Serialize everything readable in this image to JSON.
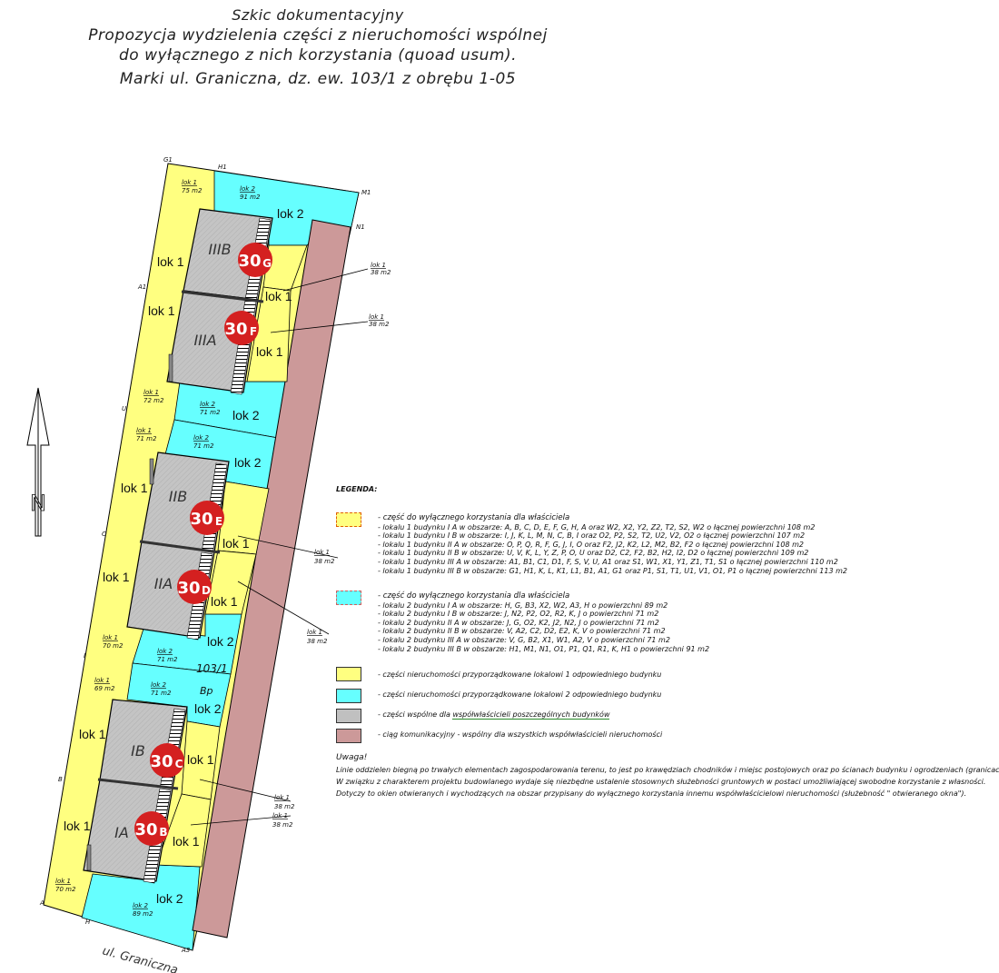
{
  "title": {
    "line1": "Szkic dokumentacyjny",
    "line2": "Propozycja wydzielenia części z nieruchomości wspólnej",
    "line3": "do wyłącznego z nich korzystania (quoad usum).",
    "line4": "Marki ul. Graniczna, dz. ew. 103/1 z obrębu 1-05"
  },
  "colors": {
    "lok1_yellow": "#ffff80",
    "lok2_cyan": "#66ffff",
    "building_gray": "#c0c0c0",
    "path_rose": "#cc9999",
    "badge_red": "#d42020"
  },
  "plan": {
    "street": "ul. Graniczna",
    "parcel": "103/1",
    "parcel_sub": "Bp",
    "north_letter": "N",
    "buildings": [
      {
        "label": "IIIB",
        "badge_num": "30",
        "badge_letter": "G"
      },
      {
        "label": "IIIA",
        "badge_num": "30",
        "badge_letter": "F"
      },
      {
        "label": "IIB",
        "badge_num": "30",
        "badge_letter": "E"
      },
      {
        "label": "IIA",
        "badge_num": "30",
        "badge_letter": "D"
      },
      {
        "label": "IB",
        "badge_num": "30",
        "badge_letter": "C"
      },
      {
        "label": "IA",
        "badge_num": "30",
        "badge_letter": "B"
      }
    ],
    "area_labels": {
      "a1": "lok 1",
      "a1v": "75 m2",
      "a2": "lok 2",
      "a2v": "91 m2",
      "a3": "lok 1",
      "a3v": "72 m2",
      "a4": "lok 2",
      "a4v": "71 m2",
      "a5": "lok 1",
      "a5v": "71 m2",
      "a6": "lok 2",
      "a6v": "71 m2",
      "a7": "lok 1",
      "a7v": "70 m2",
      "a8": "lok 2",
      "a8v": "71 m2",
      "a9": "lok 1",
      "a9v": "69 m2",
      "a10": "lok 2",
      "a10v": "71 m2",
      "a11": "lok 1",
      "a11v": "70 m2",
      "a12": "lok 2",
      "a12v": "89 m2"
    },
    "callouts": {
      "c1": "lok 1",
      "c1v": "38 m2",
      "c2": "lok 1",
      "c2v": "38 m2",
      "c3": "lok 1",
      "c3v": "38 m2",
      "c4": "lok 1",
      "c4v": "38 m2",
      "c5": "lok 1",
      "c5v": "38 m2",
      "c6": "lok 1",
      "c6v": "38 m2"
    },
    "big_labels": {
      "y1": "lok 1",
      "y2": "lok 1",
      "y3": "lok 1",
      "y4": "lok 1",
      "y5": "lok 1",
      "y6": "lok 1",
      "r1": "lok 1",
      "r2": "lok 1",
      "r3": "lok 1",
      "r4": "lok 1",
      "r5": "lok 1",
      "r6": "lok 1",
      "c_a": "lok 2",
      "c_b": "lok 2",
      "c_c": "lok 2",
      "c_d": "lok 2",
      "c_e": "lok 2",
      "c_f": "lok 2"
    },
    "points": {
      "G1": "G1",
      "H1": "H1",
      "M1": "M1",
      "N1": "N1",
      "A1": "A1",
      "U": "U",
      "O": "O",
      "I": "I",
      "B": "B",
      "A": "A",
      "H": "H",
      "A3": "A3"
    }
  },
  "legend": {
    "header": "LEGENDA:",
    "lok1_title": "- część do wyłącznego korzystania dla właściciela",
    "lok1_items": [
      "- lokalu 1 budynku I A w obszarze: A, B, C, D, E, F, G, H, A oraz W2, X2, Y2, Z2, T2, S2, W2 o łącznej powierzchni 108 m2",
      "- lokalu 1 budynku I B w obszarze: I, J, K, L, M, N, C, B, I oraz O2, P2, S2, T2, U2, V2, O2 o łącznej powierzchni 107 m2",
      "- lokalu 1 budynku II A w obszarze: O, P, Q, R, F, G, J, I, O oraz F2, J2, K2, L2, M2, B2, F2 o łącznej powierzchni 108 m2",
      "- lokalu 1 budynku II B w obszarze: U, V, K, L, Y, Z, P, O, U oraz D2, C2, F2, B2, H2, I2, D2 o łącznej powierzchni 109 m2",
      "- lokalu 1 budynku III A w obszarze: A1, B1, C1, D1, F, S, V, U, A1 oraz S1, W1, X1, Y1, Z1, T1, S1 o łącznej powierzchni 110 m2",
      "- lokalu 1 budynku III B w obszarze: G1, H1, K, L, K1, L1, B1, A1, G1 oraz P1, S1, T1, U1, V1, O1, P1 o łącznej powierzchni 113 m2"
    ],
    "lok2_title": "- część do wyłącznego korzystania dla właściciela",
    "lok2_items": [
      "- lokalu 2 budynku I A w obszarze: H, G, B3, X2, W2, A3, H o powierzchni 89 m2",
      "- lokalu 2 budynku I B w obszarze: J, N2, P2, O2, R2, K, J o powierzchni 71 m2",
      "- lokalu 2 budynku II A w obszarze: J, G, O2, K2, J2, N2, J o powierzchni 71 m2",
      "- lokalu 2 budynku II B w obszarze: V, A2, C2, D2, E2, K, V o powierzchni 71 m2",
      "- lokalu 2 budynku III A w obszarze: V, G, B2, X1, W1, A2, V o powierzchni 71 m2",
      "- lokalu 2 budynku III B w obszarze: H1, M1, N1, O1, P1, Q1, R1, K, H1 o powierzchni 91 m2"
    ],
    "yellow_text": "- części nieruchomości przyporządkowane lokalowi 1 odpowiedniego budynku",
    "cyan_text": "- części nieruchomości przyporządkowane lokalowi 2 odpowiedniego budynku",
    "gray_text_a": "- części wspólne dla ",
    "gray_text_b": "współwłaścicieli poszczególnych budynków",
    "rose_text": "- ciąg komunikacyjny - wspólny dla wszystkich współwłaścicieli nieruchomości",
    "notes_title": "Uwaga!",
    "notes": [
      "Linie oddzielen biegną po trwałych elementach zagospodarowania terenu, to jest po krawędziach chodników i miejsc postojowych oraz po ścianach budynku i ogrodzeniach (granicach).",
      "W związku z charakterem projektu budowlanego wydaje się niezbędne ustalenie stosownych służebności gruntowych w postaci umożliwiającej swobodne korzystanie z własności.",
      "Dotyczy to okien otwieranych i wychodzących na obszar przypisany do wyłącznego korzystania innemu współwłaścicielowi nieruchomości (służebność \" otwieranego okna\")."
    ]
  }
}
